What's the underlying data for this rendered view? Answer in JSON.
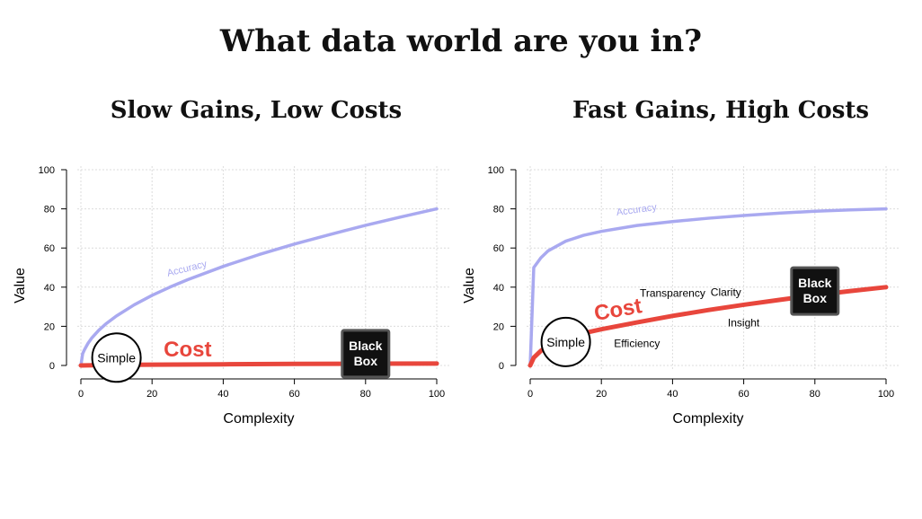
{
  "page": {
    "title": "What data world are you in?"
  },
  "chart_data": [
    {
      "type": "line",
      "title": "Slow Gains, Low Costs",
      "xlabel": "Complexity",
      "ylabel": "Value",
      "xlim": [
        0,
        100
      ],
      "ylim": [
        0,
        100
      ],
      "xticks": [
        0,
        20,
        40,
        60,
        80,
        100
      ],
      "yticks": [
        0,
        20,
        40,
        60,
        80,
        100
      ],
      "grid": true,
      "series": [
        {
          "name": "Accuracy",
          "color": "#a9a9f0",
          "x": [
            0,
            0.5,
            1,
            2,
            3,
            5,
            7,
            10,
            15,
            20,
            25,
            30,
            40,
            50,
            60,
            70,
            80,
            90,
            100
          ],
          "y": [
            0,
            6,
            8,
            11.3,
            13.9,
            17.9,
            21.2,
            25.3,
            31,
            35.8,
            40,
            43.8,
            50.6,
            56.6,
            62,
            66.9,
            71.6,
            75.9,
            80
          ]
        },
        {
          "name": "Cost",
          "color": "#e8463c",
          "x": [
            0,
            10,
            20,
            40,
            60,
            80,
            100
          ],
          "y": [
            0,
            0.3,
            0.4,
            0.6,
            0.8,
            0.9,
            1
          ]
        }
      ],
      "annotations": [
        {
          "text": "Accuracy",
          "x": 30,
          "y": 48,
          "rotate": -14,
          "color": "#a9a9f0"
        },
        {
          "text": "Cost",
          "x": 30,
          "y": 4.5,
          "color": "#e8463c",
          "size": "big"
        },
        {
          "text": "Simple",
          "x": 10,
          "y": 4,
          "shape": "circle"
        },
        {
          "text": "Black\nBox",
          "x": 80,
          "y": 6,
          "shape": "box"
        }
      ]
    },
    {
      "type": "line",
      "title": "Fast Gains, High Costs",
      "xlabel": "Complexity",
      "ylabel": "Value",
      "xlim": [
        0,
        100
      ],
      "ylim": [
        0,
        100
      ],
      "xticks": [
        0,
        20,
        40,
        60,
        80,
        100
      ],
      "yticks": [
        0,
        20,
        40,
        60,
        80,
        100
      ],
      "grid": true,
      "series": [
        {
          "name": "Accuracy",
          "color": "#a9a9f0",
          "x": [
            0,
            1,
            3,
            5,
            10,
            15,
            20,
            30,
            40,
            50,
            60,
            70,
            80,
            90,
            100
          ],
          "y": [
            0,
            50,
            55,
            58.5,
            63.5,
            66.5,
            68.5,
            71.5,
            73.5,
            75.2,
            76.6,
            77.8,
            78.8,
            79.5,
            80
          ]
        },
        {
          "name": "Cost",
          "color": "#e8463c",
          "x": [
            0,
            1,
            3,
            5,
            10,
            15,
            20,
            30,
            40,
            50,
            60,
            70,
            80,
            90,
            100
          ],
          "y": [
            0,
            4,
            7.5,
            10,
            14,
            16.5,
            18.5,
            22,
            25.3,
            28.3,
            31,
            33.5,
            35.9,
            38,
            40
          ]
        }
      ],
      "annotations": [
        {
          "text": "Accuracy",
          "x": 30,
          "y": 78,
          "rotate": -8,
          "color": "#a9a9f0"
        },
        {
          "text": "Cost",
          "x": 25,
          "y": 25,
          "rotate": -10,
          "color": "#e8463c",
          "size": "big"
        },
        {
          "text": "Transparency",
          "x": 40,
          "y": 35,
          "size": "small"
        },
        {
          "text": "Clarity",
          "x": 55,
          "y": 35.5,
          "size": "small"
        },
        {
          "text": "Insight",
          "x": 60,
          "y": 20,
          "size": "small"
        },
        {
          "text": "Efficiency",
          "x": 30,
          "y": 9.5,
          "size": "small"
        },
        {
          "text": "Simple",
          "x": 10,
          "y": 12,
          "shape": "circle"
        },
        {
          "text": "Black\nBox",
          "x": 80,
          "y": 38,
          "shape": "box"
        }
      ]
    }
  ]
}
